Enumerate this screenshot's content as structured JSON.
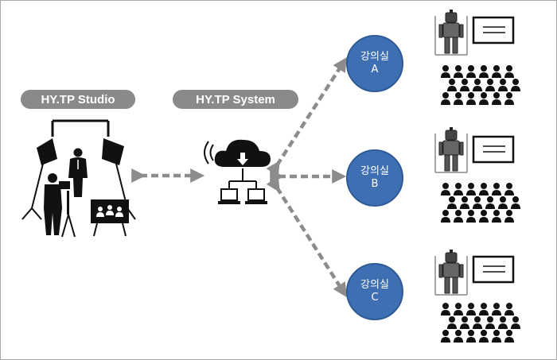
{
  "labels": {
    "studio": "HY.TP Studio",
    "system": "HY.TP System"
  },
  "rooms": [
    {
      "name": "강의실",
      "letter": "A"
    },
    {
      "name": "강의실",
      "letter": "B"
    },
    {
      "name": "강의실",
      "letter": "C"
    }
  ],
  "colors": {
    "pill": "#8a8a8a",
    "room": "#3f6fb3",
    "arrow": "#8c8c8c",
    "icon": "#111111"
  },
  "icons": {
    "studio": "photo-studio-icon",
    "system": "cloud-network-icon",
    "robot": "robot-icon",
    "whiteboard": "whiteboard-icon",
    "audience": "audience-icon"
  }
}
